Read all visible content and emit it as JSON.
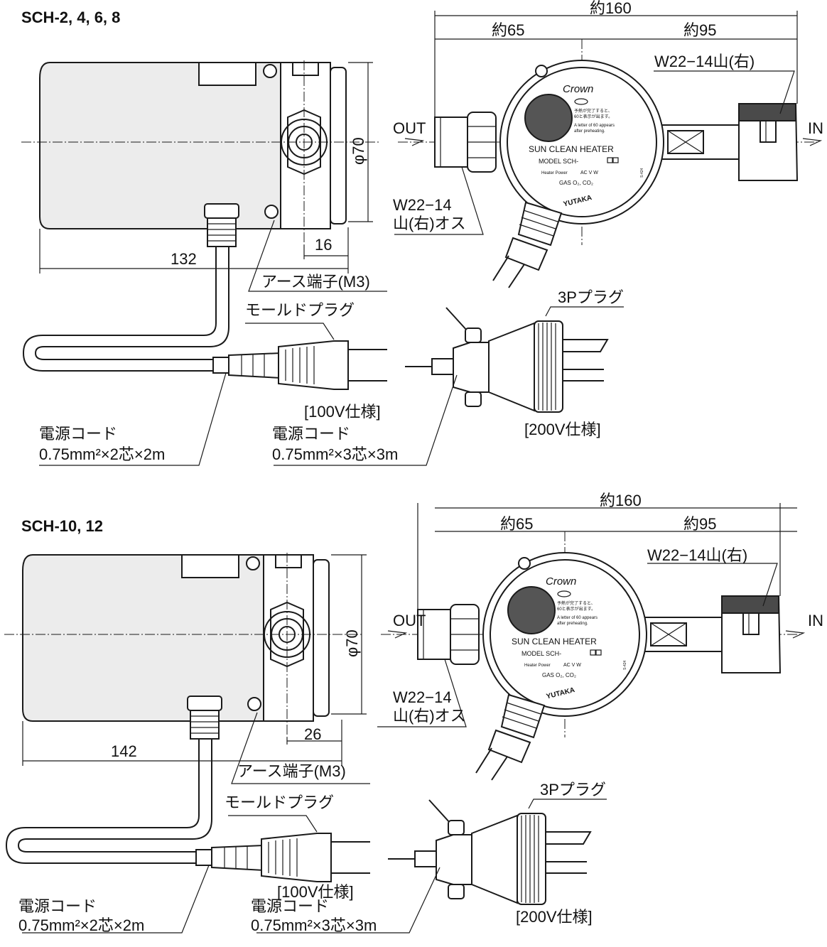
{
  "sections": [
    {
      "model": "SCH-2, 4, 6, 8",
      "length": "132",
      "diameter": "φ70",
      "offset": "16",
      "earth_terminal": "アース端子(M3)",
      "mold_plug": "モールドプラグ",
      "plug_3p": "3Pプラグ",
      "spec_100v": "[100V仕様]",
      "spec_200v": "[200V仕様]",
      "cord_100v_line1": "電源コード",
      "cord_100v_line2": "0.75mm²×2芯×2m",
      "cord_200v_line1": "電源コード",
      "cord_200v_line2": "0.75mm²×3芯×3m",
      "total_width": "約160",
      "left_width": "約65",
      "right_width": "約95",
      "in_thread": "W22−14山(右)",
      "out_thread_line1": "W22−14",
      "out_thread_line2": "山(右)オス",
      "out_label": "OUT",
      "in_label": "IN"
    },
    {
      "model": "SCH-10, 12",
      "length": "142",
      "diameter": "φ70",
      "offset": "26",
      "earth_terminal": "アース端子(M3)",
      "mold_plug": "モールドプラグ",
      "plug_3p": "3Pプラグ",
      "spec_100v": "[100V仕様]",
      "spec_200v": "[200V仕様]",
      "cord_100v_line1": "電源コード",
      "cord_100v_line2": "0.75mm²×2芯×2m",
      "cord_200v_line1": "電源コード",
      "cord_200v_line2": "0.75mm²×3芯×3m",
      "total_width": "約160",
      "left_width": "約65",
      "right_width": "約95",
      "in_thread": "W22−14山(右)",
      "out_thread_line1": "W22−14",
      "out_thread_line2": "山(右)オス",
      "out_label": "OUT",
      "in_label": "IN"
    }
  ],
  "face": {
    "brand": "Crown",
    "note_jp_1": "予熱が完了すると、",
    "note_jp_2": "60と表示が出ます。",
    "note_en_1": "A letter of 60 appears",
    "note_en_2": "after preheating.",
    "product": "SUN CLEAN HEATER",
    "model_line": "MODEL SCH-",
    "power_label": "Heater Power",
    "power_units": "AC V  W",
    "gas_line": "GAS O₂, CO₂",
    "maker": "YUTAKA",
    "serial": "S-424"
  }
}
